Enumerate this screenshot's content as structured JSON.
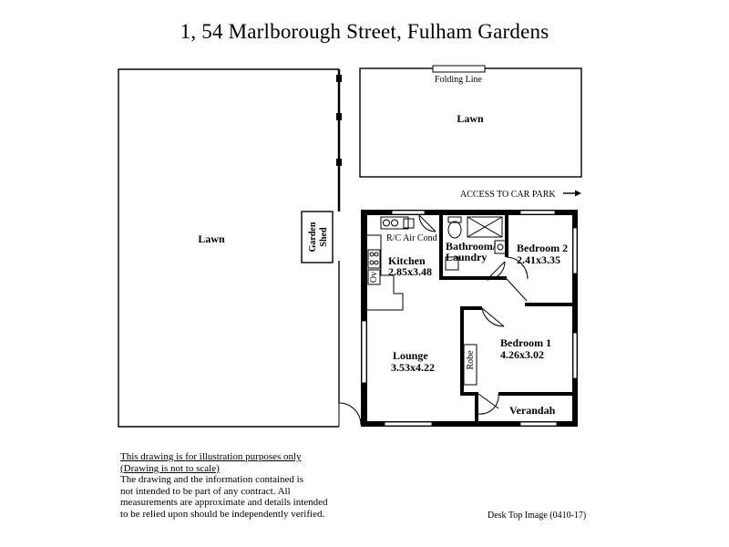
{
  "title": "1,  54 Marlborough Street,  Fulham Gardens",
  "labels": {
    "lawn_left": "Lawn",
    "lawn_top": "Lawn",
    "folding_line": "Folding Line",
    "access": "ACCESS TO CAR PARK",
    "garden_shed_1": "Garden",
    "garden_shed_2": "Shed",
    "air_cond": "R/C Air Cond",
    "kitchen": "Kitchen",
    "kitchen_dim": "2.85x3.48",
    "oven": "Ov",
    "bathroom_1": "Bathroom/",
    "bathroom_2": "Laundry",
    "bedroom2": "Bedroom 2",
    "bedroom2_dim": "2.41x3.35",
    "bedroom1": "Bedroom 1",
    "bedroom1_dim": "4.26x3.02",
    "robe": "Robe",
    "lounge": "Lounge",
    "lounge_dim": "3.53x4.22",
    "verandah": "Verandah"
  },
  "disclaimer": {
    "line1": "This drawing is for illustration purposes only",
    "line2": "(Drawing is not to scale)",
    "body1": "The drawing and the information contained is",
    "body2": "not intended to be part of any contract.  All",
    "body3": "measurements are approximate and details intended",
    "body4": "to be relied upon should be independently verified."
  },
  "reference": "Desk Top Image   (0410-17)",
  "colors": {
    "ink": "#000000",
    "paper": "#ffffff"
  }
}
